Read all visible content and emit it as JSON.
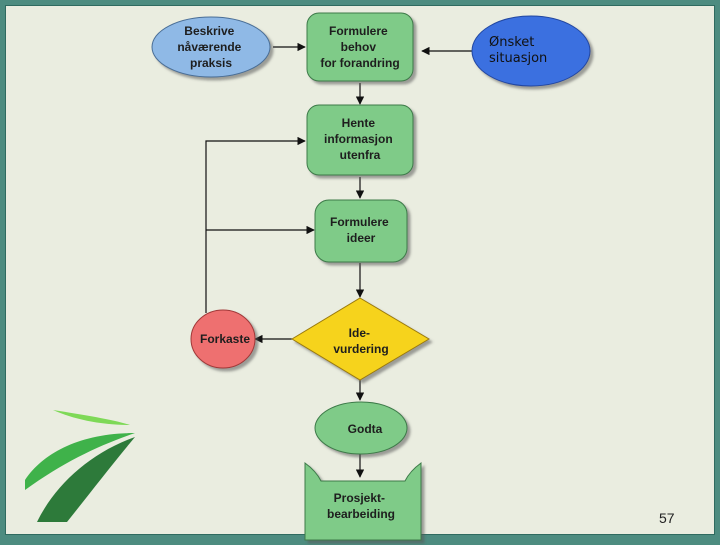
{
  "nodes": {
    "current_practice": [
      "Beskrive",
      "nåværende",
      "praksis"
    ],
    "formulate_need": [
      "Formulere",
      "behov",
      "for forandring"
    ],
    "desired_situation": [
      "Ønsket",
      "situasjon"
    ],
    "fetch_info": [
      "Hente",
      "informasjon",
      "utenfra"
    ],
    "formulate_ideas": [
      "Formulere",
      "ideer"
    ],
    "idea_evaluation": [
      "Ide-",
      "vurdering"
    ],
    "discard": "Forkaste",
    "approve": "Godta",
    "project_work": [
      "Prosjekt-",
      "bearbeiding"
    ]
  },
  "colors": {
    "green_box": "#7fcb88",
    "blue_light": "#8fb9e6",
    "blue_dark": "#3a6fe0",
    "red": "#ee6f6f",
    "yellow": "#f6d31a",
    "frame": "#4d8c80",
    "background": "#eaede0"
  },
  "page_number": "57"
}
